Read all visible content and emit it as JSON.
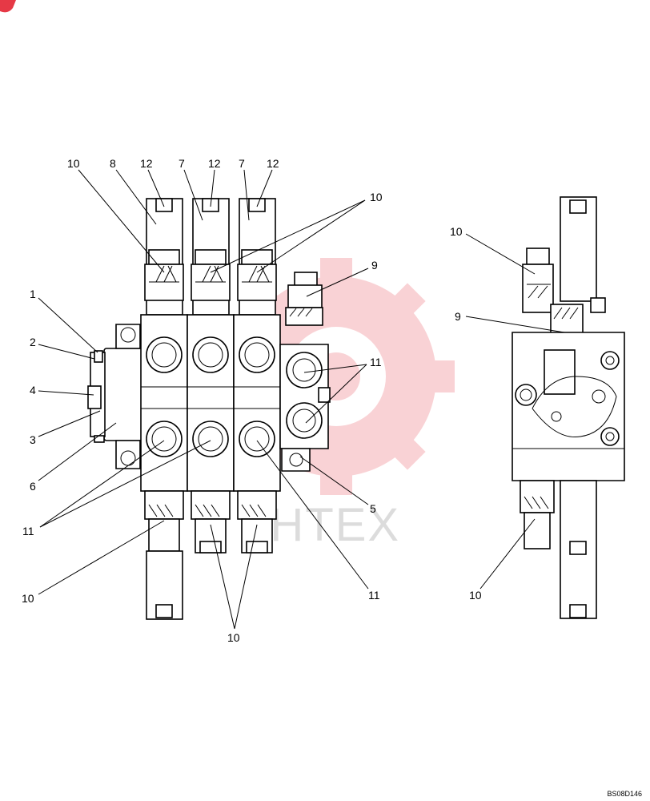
{
  "diagram": {
    "reference_code": "BS08D146",
    "watermark_text": "ZHTEX",
    "colors": {
      "line": "#000000",
      "watermark": "#e63946",
      "background": "#ffffff"
    },
    "front_view_callouts": [
      {
        "id": "c-front-10-top",
        "label": "10"
      },
      {
        "id": "c-front-8",
        "label": "8"
      },
      {
        "id": "c-front-12-a",
        "label": "12"
      },
      {
        "id": "c-front-7-a",
        "label": "7"
      },
      {
        "id": "c-front-12-b",
        "label": "12"
      },
      {
        "id": "c-front-7-b",
        "label": "7"
      },
      {
        "id": "c-front-12-c",
        "label": "12"
      },
      {
        "id": "c-front-10-right",
        "label": "10"
      },
      {
        "id": "c-front-9",
        "label": "9"
      },
      {
        "id": "c-front-1",
        "label": "1"
      },
      {
        "id": "c-front-2",
        "label": "2"
      },
      {
        "id": "c-front-4",
        "label": "4"
      },
      {
        "id": "c-front-3",
        "label": "3"
      },
      {
        "id": "c-front-6",
        "label": "6"
      },
      {
        "id": "c-front-11-right",
        "label": "11"
      },
      {
        "id": "c-front-11-left",
        "label": "11"
      },
      {
        "id": "c-front-5",
        "label": "5"
      },
      {
        "id": "c-front-10-bottom-left",
        "label": "10"
      },
      {
        "id": "c-front-11-bottom",
        "label": "11"
      },
      {
        "id": "c-front-10-bottom",
        "label": "10"
      }
    ],
    "side_view_callouts": [
      {
        "id": "c-side-10-top",
        "label": "10"
      },
      {
        "id": "c-side-9",
        "label": "9"
      },
      {
        "id": "c-side-10-bottom",
        "label": "10"
      }
    ]
  }
}
